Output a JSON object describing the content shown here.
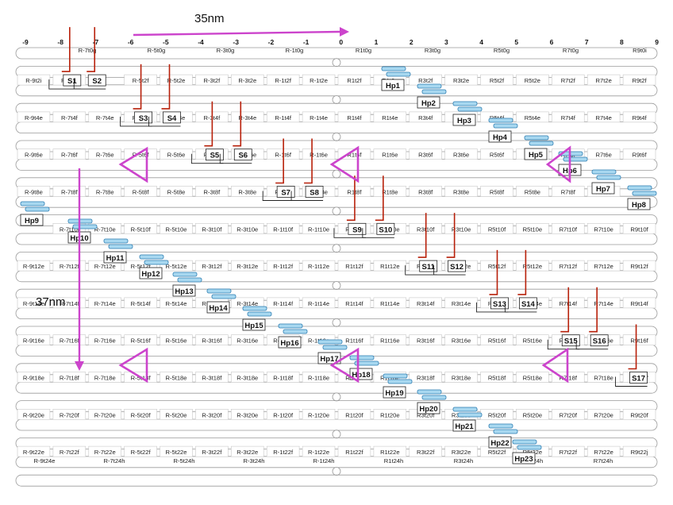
{
  "dimensions": {
    "width_label": "35nm",
    "height_label": "37nm"
  },
  "axis_ticks": [
    "-9",
    "-8",
    "-7",
    "-6",
    "-5",
    "-4",
    "-3",
    "-2",
    "-1",
    "0",
    "1",
    "2",
    "3",
    "4",
    "5",
    "6",
    "7",
    "8",
    "9"
  ],
  "top_row_labels": [
    "R-7t0g",
    "R-5t0g",
    "R-3t0g",
    "R-1t0g",
    "R1t0g",
    "R3t0g",
    "R5t0g",
    "R7t0g",
    "R9t0i"
  ],
  "bottom_row_labels": [
    "R-9t24e",
    "R-7t24h",
    "R-5t24h",
    "R-3t24h",
    "R-1t24h",
    "R1t24h",
    "R3t24h",
    "R5t24h",
    "R7t24h"
  ],
  "rows": [
    [
      "R-9t2i",
      "R-7t2f",
      "",
      "R-5t2f",
      "R-5t2e",
      "R-3t2f",
      "R-3t2e",
      "R-1t2f",
      "R-1t2e",
      "R1t2f",
      "R1t2e",
      "R3t2f",
      "R3t2e",
      "R5t2f",
      "R5t2e",
      "R7t2f",
      "R7t2e",
      "R9t2f"
    ],
    [
      "R-9t4e",
      "R-7t4f",
      "R-7t4e",
      "R-5t4f",
      "R-5t4e",
      "R-3t4f",
      "R-3t4e",
      "R-1t4f",
      "R-1t4e",
      "R1t4f",
      "R1t4e",
      "R3t4f",
      "R3t4e",
      "R5t4f",
      "R5t4e",
      "R7t4f",
      "R7t4e",
      "R9t4f"
    ],
    [
      "R-9t6e",
      "R-7t6f",
      "R-7t6e",
      "R-5t6f",
      "R-5t6e",
      "R-3t6f",
      "R-3t6e",
      "R-1t6f",
      "R-1t6e",
      "R1t6f",
      "R1t6e",
      "R3t6f",
      "R3t6e",
      "R5t6f",
      "R5t6e",
      "R7t6f",
      "R7t6e",
      "R9t6f"
    ],
    [
      "R-9t8e",
      "R-7t8f",
      "R-7t8e",
      "R-5t8f",
      "R-5t8e",
      "R-3t8f",
      "R-3t8e",
      "R-1t8f",
      "R-1t8e",
      "R1t8f",
      "R1t8e",
      "R3t8f",
      "R3t8e",
      "R5t8f",
      "R5t8e",
      "R7t8f",
      "R7t8e",
      ""
    ],
    [
      "",
      "R-7t10f",
      "R-7t10e",
      "R-5t10f",
      "R-5t10e",
      "R-3t10f",
      "R-3t10e",
      "R-1t10f",
      "R-1t10e",
      "R1t10f",
      "R1t10e",
      "R3t10f",
      "R3t10e",
      "R5t10f",
      "R5t10e",
      "R7t10f",
      "R7t10e",
      "R9t10f"
    ],
    [
      "R-9t12e",
      "R-7t12f",
      "R-7t12e",
      "R-5t12f",
      "R-5t12e",
      "R-3t12f",
      "R-3t12e",
      "R-1t12f",
      "R-1t12e",
      "R1t12f",
      "R1t12e",
      "R3t12f",
      "R3t12e",
      "R5t12f",
      "R5t12e",
      "R7t12f",
      "R7t12e",
      "R9t12f"
    ],
    [
      "R-9t14e",
      "R-7t14f",
      "R-7t14e",
      "R-5t14f",
      "R-5t14e",
      "R-3t14f",
      "R-3t14e",
      "R-1t14f",
      "R-1t14e",
      "R1t14f",
      "R1t14e",
      "R3t14f",
      "R3t14e",
      "R5t14f",
      "R5t14e",
      "R7t14f",
      "R7t14e",
      "R9t14f"
    ],
    [
      "R-9t16e",
      "R-7t16f",
      "R-7t16e",
      "R-5t16f",
      "R-5t16e",
      "R-3t16f",
      "R-3t16e",
      "R-1t16f",
      "R-1t16e",
      "R1t16f",
      "R1t16e",
      "R3t16f",
      "R3t16e",
      "R5t16f",
      "R5t16e",
      "R7t16f",
      "R7t16e",
      "R9t16f"
    ],
    [
      "R-9t18e",
      "R-7t18f",
      "R-7t18e",
      "R-5t18f",
      "R-5t18e",
      "R-3t18f",
      "R-3t18e",
      "R-1t18f",
      "R-1t18e",
      "R1t18f",
      "R1t18e",
      "R3t18f",
      "R3t18e",
      "R5t18f",
      "R5t18e",
      "R7t18f",
      "R7t18e",
      "R9t18f"
    ],
    [
      "R-9t20e",
      "R-7t20f",
      "R-7t20e",
      "R-5t20f",
      "R-5t20e",
      "R-3t20f",
      "R-3t20e",
      "R-1t20f",
      "R-1t20e",
      "R1t20f",
      "R1t20e",
      "R3t20f",
      "R3t20e",
      "R5t20f",
      "R5t20e",
      "R7t20f",
      "R7t20e",
      "R9t20f"
    ],
    [
      "R-9t22e",
      "R-7t22f",
      "R-7t22e",
      "R-5t22f",
      "R-5t22e",
      "R-3t22f",
      "R-3t22e",
      "R-1t22f",
      "R-1t22e",
      "R1t22f",
      "R1t22e",
      "R3t22f",
      "R3t22e",
      "R5t22f",
      "R5t22e",
      "R7t22f",
      "R7t22e",
      "R9t22j"
    ]
  ],
  "staples": [
    {
      "label": "S1",
      "row": 0,
      "col": 1.6
    },
    {
      "label": "S2",
      "row": 0,
      "col": 2.3
    },
    {
      "label": "S3",
      "row": 1,
      "col": 3.6
    },
    {
      "label": "S4",
      "row": 1,
      "col": 4.4
    },
    {
      "label": "S5",
      "row": 2,
      "col": 5.6
    },
    {
      "label": "S6",
      "row": 2,
      "col": 6.4
    },
    {
      "label": "S7",
      "row": 3,
      "col": 7.6
    },
    {
      "label": "S8",
      "row": 3,
      "col": 8.4
    },
    {
      "label": "S9",
      "row": 4,
      "col": 9.6
    },
    {
      "label": "S10",
      "row": 4,
      "col": 10.4
    },
    {
      "label": "S11",
      "row": 5,
      "col": 11.6
    },
    {
      "label": "S12",
      "row": 5,
      "col": 12.4
    },
    {
      "label": "S13",
      "row": 6,
      "col": 13.6
    },
    {
      "label": "S14",
      "row": 6,
      "col": 14.4
    },
    {
      "label": "S15",
      "row": 7,
      "col": 15.6
    },
    {
      "label": "S16",
      "row": 7,
      "col": 16.4
    },
    {
      "label": "S17",
      "row": 8,
      "col": 17.5
    }
  ],
  "hairpins": [
    {
      "label": "Hp1",
      "pos": 0
    },
    {
      "label": "Hp2",
      "pos": 1
    },
    {
      "label": "Hp3",
      "pos": 2
    },
    {
      "label": "Hp4",
      "pos": 3
    },
    {
      "label": "Hp5",
      "pos": 4
    },
    {
      "label": "Hp6",
      "pos": 5
    },
    {
      "label": "Hp7",
      "pos": 6
    },
    {
      "label": "Hp8",
      "pos": 7
    },
    {
      "label": "Hp9",
      "pos": 8
    },
    {
      "label": "Hp10",
      "pos": 9
    },
    {
      "label": "Hp11",
      "pos": 10
    },
    {
      "label": "Hp12",
      "pos": 11
    },
    {
      "label": "Hp13",
      "pos": 12
    },
    {
      "label": "Hp14",
      "pos": 13
    },
    {
      "label": "Hp15",
      "pos": 14
    },
    {
      "label": "Hp16",
      "pos": 15
    },
    {
      "label": "Hp17",
      "pos": 16
    },
    {
      "label": "Hp18",
      "pos": 17
    },
    {
      "label": "Hp19",
      "pos": 18
    },
    {
      "label": "Hp20",
      "pos": 19
    },
    {
      "label": "Hp21",
      "pos": 20
    },
    {
      "label": "Hp22",
      "pos": 21
    },
    {
      "label": "Hp23",
      "pos": 22
    }
  ],
  "colors": {
    "arrow": "#cc44cc",
    "staple_red": "#b8200a",
    "hairpin_fill": "#a8d8f0",
    "hairpin_stroke": "#2a7bb0",
    "helix": "#9a9a9a"
  }
}
